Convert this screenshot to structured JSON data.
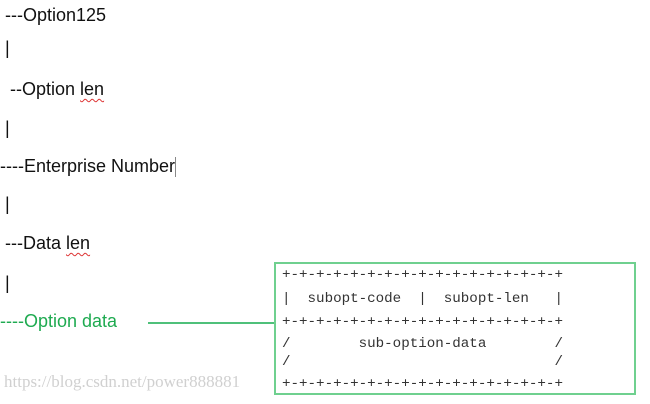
{
  "lines": {
    "option125": " ---Option125",
    "bar1": "|",
    "option_len_prefix": "  --Option ",
    "option_len_word": "len",
    "bar2": "|",
    "enterprise": "----Enterprise Number",
    "bar3": "|",
    "data_len_prefix": " ---Data ",
    "data_len_word": "len",
    "bar4": "|",
    "option_data": "----Option data"
  },
  "diagram": {
    "border1": "+-+-+-+-+-+-+-+-+-+-+-+-+-+-+-+-+",
    "row1": "|  subopt-code  |  subopt-len   |",
    "border2": "+-+-+-+-+-+-+-+-+-+-+-+-+-+-+-+-+",
    "row2": "/        sub-option-data        /",
    "row3": "/                               /",
    "border3": "+-+-+-+-+-+-+-+-+-+-+-+-+-+-+-+-+"
  },
  "watermark": "https://blog.csdn.net/power888881",
  "colors": {
    "highlight": "#1eaa50",
    "box_border": "#6fd08f"
  }
}
